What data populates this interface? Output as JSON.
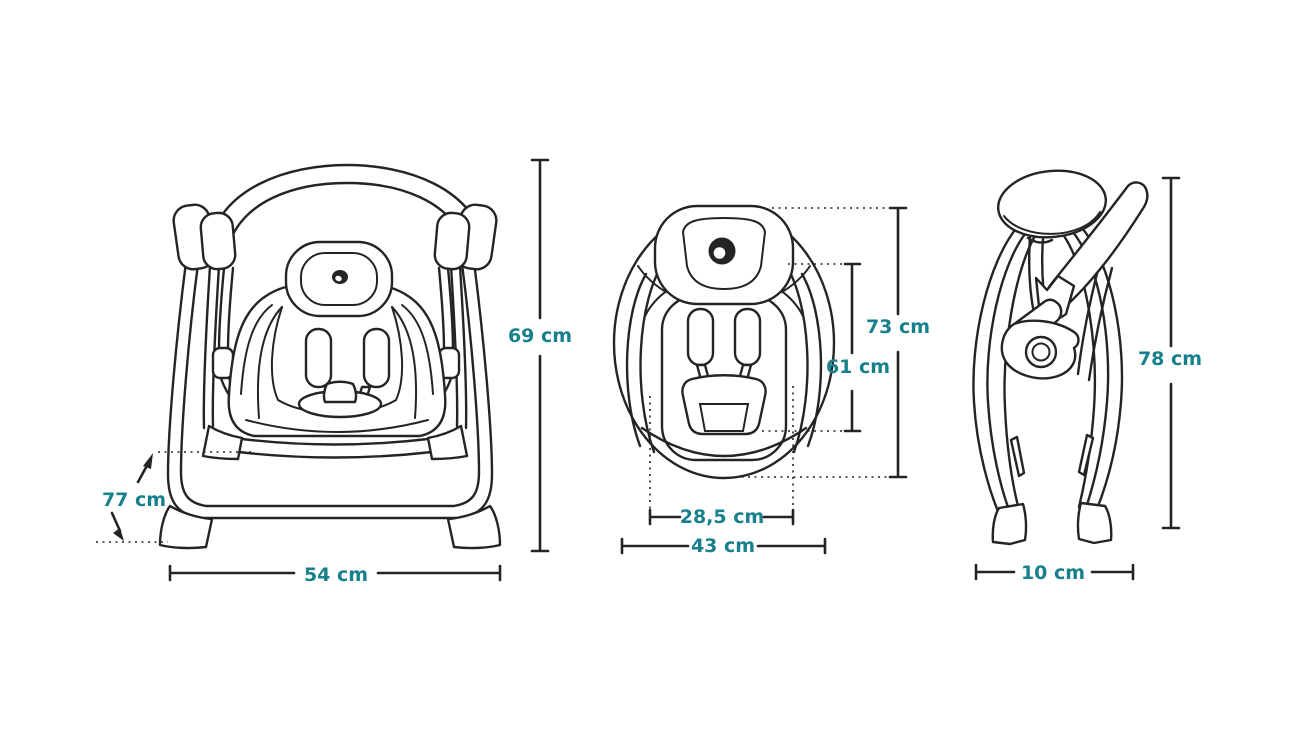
{
  "colors": {
    "background": "#ffffff",
    "line": "#242424",
    "dimension_label": "#17808c"
  },
  "icons": {
    "brand_logo": "lionelo-ring-logo"
  },
  "diagram": {
    "description": "baby-swing-dimensions",
    "views": {
      "front": {
        "name": "front-view",
        "labels": {
          "height": "69 cm",
          "depth": "77 cm",
          "width": "54 cm"
        }
      },
      "top": {
        "name": "top-view",
        "labels": {
          "length": "73 cm",
          "backrest_length": "61 cm",
          "seat_width": "28,5 cm",
          "width": "43 cm"
        }
      },
      "folded": {
        "name": "folded-view",
        "labels": {
          "height": "78 cm",
          "width": "10 cm"
        }
      }
    }
  }
}
